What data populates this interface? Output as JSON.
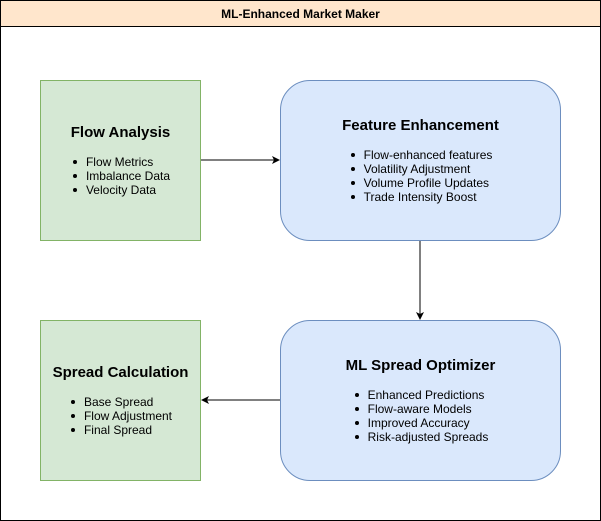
{
  "title": "ML-Enhanced Market Maker",
  "boxes": {
    "flow_analysis": {
      "title": "Flow Analysis",
      "items": [
        "Flow Metrics",
        "Imbalance Data",
        "Velocity Data"
      ]
    },
    "feature_enhancement": {
      "title": "Feature Enhancement",
      "items": [
        "Flow-enhanced features",
        "Volatility Adjustment",
        "Volume Profile Updates",
        "Trade Intensity Boost"
      ]
    },
    "spread_calculation": {
      "title": "Spread Calculation",
      "items": [
        "Base Spread",
        "Flow Adjustment",
        "Final Spread"
      ]
    },
    "ml_spread_optimizer": {
      "title": "ML Spread Optimizer",
      "items": [
        "Enhanced Predictions",
        "Flow-aware Models",
        "Improved Accuracy",
        "Risk-adjusted Spreads"
      ]
    }
  },
  "colors": {
    "title_bar": "#ffe6cc",
    "green_fill": "#d5e8d4",
    "green_stroke": "#82b366",
    "blue_fill": "#dae8fc",
    "blue_stroke": "#6c8ebf"
  }
}
